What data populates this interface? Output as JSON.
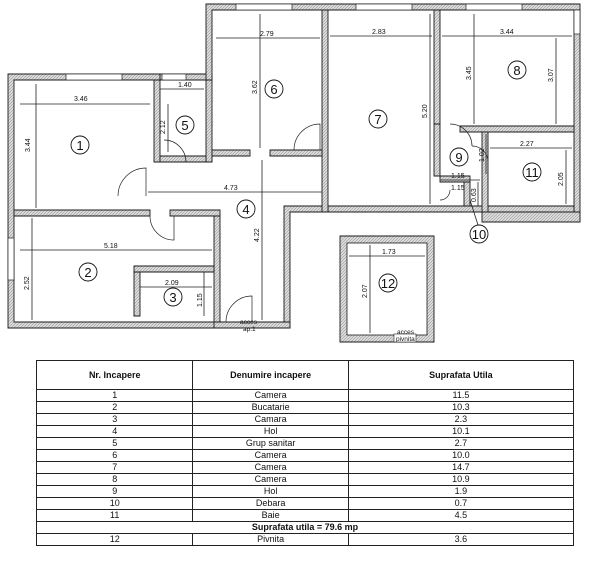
{
  "plan": {
    "rooms": [
      {
        "num": "1"
      },
      {
        "num": "2"
      },
      {
        "num": "3"
      },
      {
        "num": "4"
      },
      {
        "num": "5"
      },
      {
        "num": "6"
      },
      {
        "num": "7"
      },
      {
        "num": "8"
      },
      {
        "num": "9"
      },
      {
        "num": "10"
      },
      {
        "num": "11"
      },
      {
        "num": "12"
      }
    ],
    "dimensions": [
      "3.46",
      "3.44",
      "1.40",
      "2.12",
      "2.79",
      "3.62",
      "2.83",
      "5.20",
      "3.44",
      "3.45",
      "3.07",
      "2.27",
      "1.02",
      "2.05",
      "1.15",
      "1.15",
      "0.63",
      "4.73",
      "4.22",
      "5.18",
      "2.52",
      "2.09",
      "1.15",
      "1.73",
      "2.07"
    ],
    "notes": {
      "entrance": "acces\nap.1",
      "cellar": "acces\npivnita"
    }
  },
  "table": {
    "headers": [
      "Nr. Incapere",
      "Denumire incapere",
      "Suprafata Utila"
    ],
    "rows": [
      {
        "nr": "1",
        "name": "Camera",
        "area": "11.5"
      },
      {
        "nr": "2",
        "name": "Bucatarie",
        "area": "10.3"
      },
      {
        "nr": "3",
        "name": "Camara",
        "area": "2.3"
      },
      {
        "nr": "4",
        "name": "Hol",
        "area": "10.1"
      },
      {
        "nr": "5",
        "name": "Grup sanitar",
        "area": "2.7"
      },
      {
        "nr": "6",
        "name": "Camera",
        "area": "10.0"
      },
      {
        "nr": "7",
        "name": "Camera",
        "area": "14.7"
      },
      {
        "nr": "8",
        "name": "Camera",
        "area": "10.9"
      },
      {
        "nr": "9",
        "name": "Hol",
        "area": "1.9"
      },
      {
        "nr": "10",
        "name": "Debara",
        "area": "0.7"
      },
      {
        "nr": "11",
        "name": "Baie",
        "area": "4.5"
      }
    ],
    "total_label": "Suprafata utila = 79.6 mp",
    "extra_rows": [
      {
        "nr": "12",
        "name": "Pivnita",
        "area": "3.6"
      }
    ]
  }
}
